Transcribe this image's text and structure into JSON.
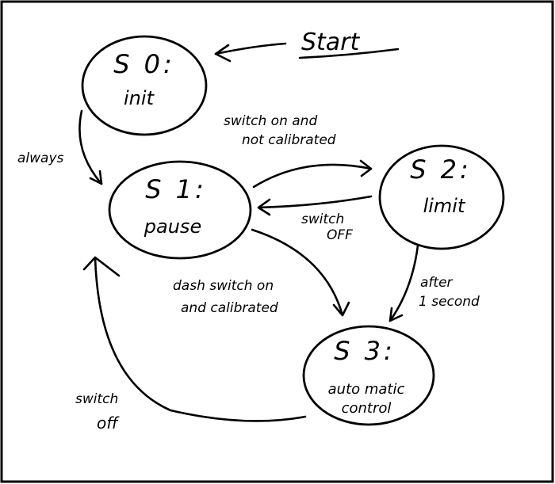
{
  "start_label": "Start",
  "states": [
    {
      "id": "S 0:",
      "name": "init"
    },
    {
      "id": "S 1:",
      "name": "pause"
    },
    {
      "id": "S 2:",
      "name": "limit"
    },
    {
      "id": "S 3:",
      "name_line1": "auto matic",
      "name_line2": "control"
    }
  ],
  "transitions": {
    "always": "always",
    "s1_to_s2_line1": "switch on and",
    "s1_to_s2_line2": "not calibrated",
    "s2_to_s1_line1": "switch",
    "s2_to_s1_line2": "OFF",
    "s1_to_s3_line1": "dash switch on",
    "s1_to_s3_line2": "and calibrated",
    "s2_to_s3_line1": "after",
    "s2_to_s3_line2": "1 second",
    "s3_to_s1_line1": "switch",
    "s3_to_s1_line2": "off"
  }
}
